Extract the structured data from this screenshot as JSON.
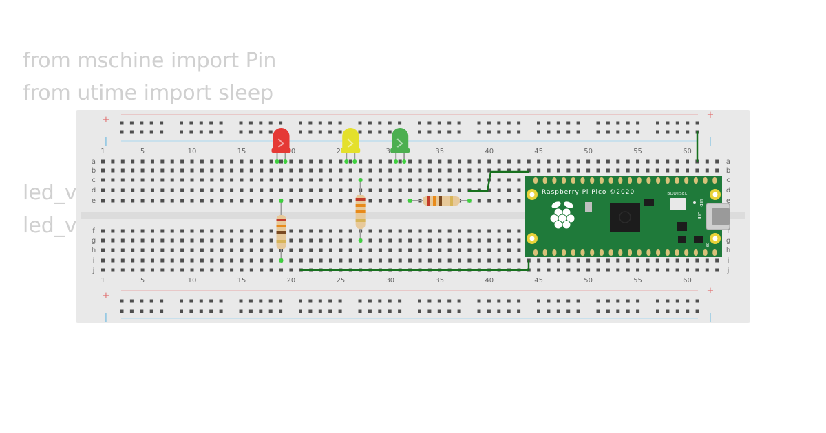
{
  "code_lines": [
    "from mschine import Pin",
    "from utime import sleep",
    "",
    "led_v",
    "led_v"
  ],
  "breadboard": {
    "column_numbers": [
      "1",
      "5",
      "10",
      "15",
      "20",
      "25",
      "30",
      "35",
      "40",
      "45",
      "50",
      "55",
      "60"
    ],
    "row_letters_top": [
      "a",
      "b",
      "c",
      "d",
      "e"
    ],
    "row_letters_bottom": [
      "f",
      "g",
      "h",
      "i",
      "j"
    ],
    "rail_plus": "+",
    "rail_minus": "|"
  },
  "leds": [
    {
      "color": "red",
      "hex": "#e53935",
      "column": 19
    },
    {
      "color": "yellow",
      "hex": "#e4e02c",
      "column": 26
    },
    {
      "color": "green",
      "hex": "#4caf50",
      "column": 31
    }
  ],
  "resistors": [
    {
      "orientation": "vertical",
      "from": "e19",
      "to": "i19"
    },
    {
      "orientation": "vertical",
      "from": "c27",
      "to": "g27"
    },
    {
      "orientation": "horizontal",
      "from": "e32",
      "to": "e38"
    }
  ],
  "pico": {
    "title": "Raspberry Pi Pico ©2020",
    "bootsel_label": "BOOTSEL",
    "led_label": "LED",
    "usb_label": "USB",
    "pin_label_top": "1",
    "pin_label_bottom": "39",
    "board_color": "#1f7a3a"
  },
  "wire_color": "#17701e"
}
